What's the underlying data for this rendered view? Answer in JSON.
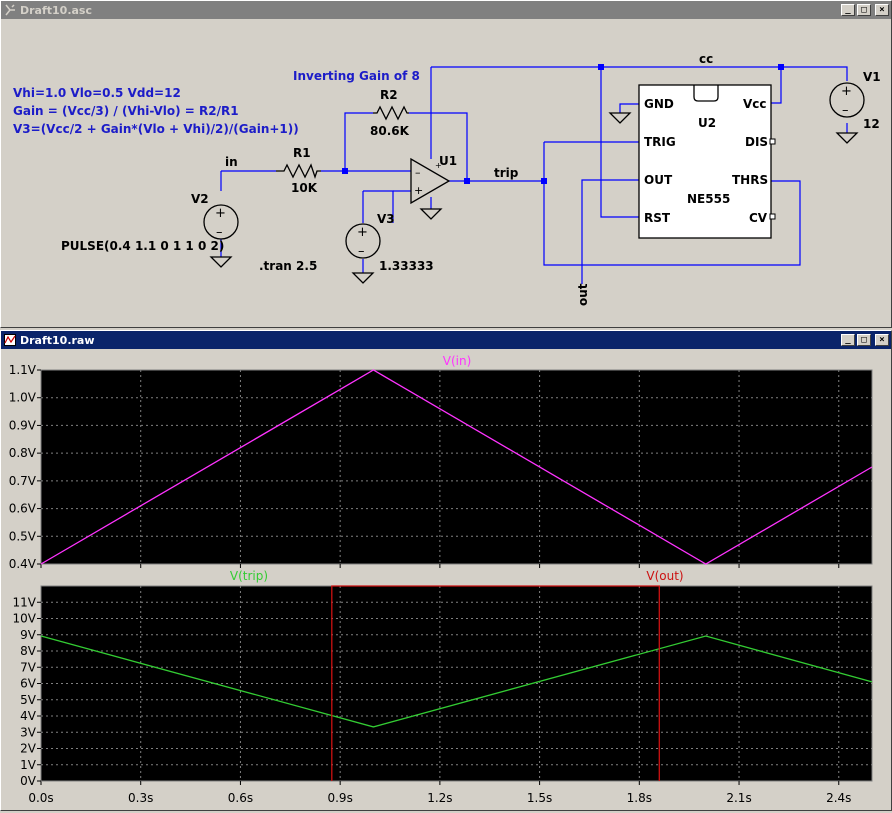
{
  "schematic_window": {
    "title": "Draft10.asc",
    "directives": [
      "Vhi=1.0 Vlo=0.5 Vdd=12",
      "Gain = (Vcc/3) / (Vhi-Vlo) = R2/R1",
      "V3=(Vcc/2 + Gain*(Vlo + Vhi)/2)/(Gain+1))"
    ],
    "gain_note": "Inverting Gain of 8",
    "tran": ".tran 2.5",
    "nets": {
      "in": "in",
      "trip": "trip",
      "cc": "cc",
      "out": "out"
    },
    "components": {
      "r1": {
        "name": "R1",
        "value": "10K"
      },
      "r2": {
        "name": "R2",
        "value": "80.6K"
      },
      "u1": {
        "name": "U1"
      },
      "v1": {
        "name": "V1",
        "value": "12"
      },
      "v2": {
        "name": "V2",
        "value": "PULSE(0.4 1.1 0 1 1 0 2)"
      },
      "v3": {
        "name": "V3",
        "value": "1.33333"
      },
      "u2": {
        "name": "U2",
        "part": "NE555",
        "pins": {
          "gnd": "GND",
          "trig": "TRIG",
          "out": "OUT",
          "rst": "RST",
          "vcc": "Vcc",
          "dis": "DIS",
          "thrs": "THRS",
          "cv": "CV"
        }
      }
    }
  },
  "waveform_window": {
    "title": "Draft10.raw",
    "x_axis": {
      "ticks": [
        0,
        0.3,
        0.6,
        0.9,
        1.2,
        1.5,
        1.8,
        2.1,
        2.4
      ],
      "tick_labels": [
        "0.0s",
        "0.3s",
        "0.6s",
        "0.9s",
        "1.2s",
        "1.5s",
        "1.8s",
        "2.1s",
        "2.4s"
      ],
      "range": [
        0,
        2.5
      ]
    }
  },
  "colors": {
    "background": "#000000",
    "grid": "#808080",
    "vin": "#ff33ff",
    "vtrip": "#33cc33",
    "vout": "#cc1111",
    "wire": "#0000ff",
    "label": "#1c1cc8"
  },
  "chart_data": [
    {
      "type": "line",
      "title": "",
      "series": [
        {
          "name": "V(in)",
          "x": [
            0,
            1,
            2,
            2.5
          ],
          "y": [
            0.4,
            1.1,
            0.4,
            0.75
          ]
        }
      ],
      "xlabel": "",
      "ylabel": "",
      "xlim": [
        0,
        2.5
      ],
      "ylim": [
        0.4,
        1.1
      ],
      "x_ticks": [
        "0.0s",
        "0.3s",
        "0.6s",
        "0.9s",
        "1.2s",
        "1.5s",
        "1.8s",
        "2.1s",
        "2.4s"
      ],
      "y_ticks": [
        0.4,
        0.5,
        0.6,
        0.7,
        0.8,
        0.9,
        1.0,
        1.1
      ],
      "y_tick_labels": [
        "0.4V",
        "0.5V",
        "0.6V",
        "0.7V",
        "0.8V",
        "0.9V",
        "1.0V",
        "1.1V"
      ],
      "grid": true
    },
    {
      "type": "line",
      "title": "",
      "series": [
        {
          "name": "V(trip)",
          "x": [
            0,
            1,
            2,
            2.5
          ],
          "y": [
            8.92,
            3.33,
            8.92,
            6.1
          ]
        },
        {
          "name": "V(out)",
          "x": [
            0.875,
            0.875,
            1.86,
            1.86
          ],
          "y": [
            0,
            12,
            12,
            0
          ]
        }
      ],
      "xlabel": "",
      "ylabel": "",
      "xlim": [
        0,
        2.5
      ],
      "ylim": [
        0,
        12
      ],
      "y_ticks": [
        0,
        1,
        2,
        3,
        4,
        5,
        6,
        7,
        8,
        9,
        10,
        11
      ],
      "y_tick_labels": [
        "0V",
        "1V",
        "2V",
        "3V",
        "4V",
        "5V",
        "6V",
        "7V",
        "8V",
        "9V",
        "10V",
        "11V"
      ],
      "grid": true
    }
  ]
}
